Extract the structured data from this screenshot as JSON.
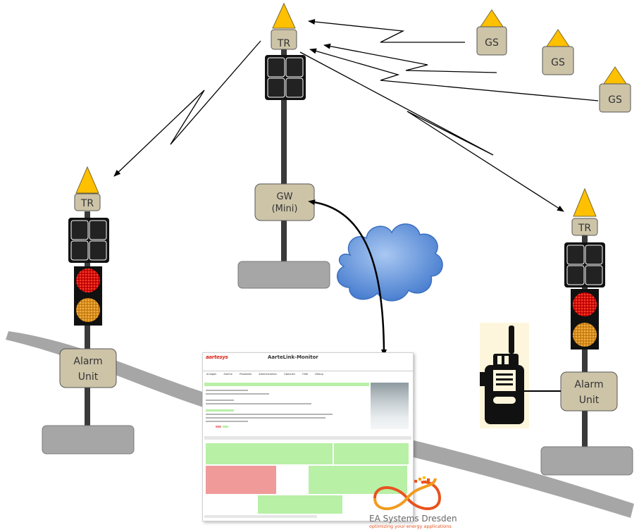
{
  "labels": {
    "tr_top": "TR",
    "tr_left": "TR",
    "tr_right": "TR",
    "gs_1": "GS",
    "gs_2": "GS",
    "gs_3": "GS",
    "gw_line1": "GW",
    "gw_line2": "(Mini)",
    "alarm_left_line1": "Alarm",
    "alarm_left_line2": "Unit",
    "alarm_right_line1": "Alarm",
    "alarm_right_line2": "Unit"
  },
  "screenshot": {
    "logo": "aartesys",
    "title": "AarteLink-Monitor",
    "menu": [
      "Anlagen",
      "Alarme",
      "Protokolle",
      "Administration",
      "Optionen",
      "Hilfe",
      "Debug"
    ]
  },
  "logo_ea": {
    "name": "EA Systems Dresden",
    "tagline": "optimizing your energy applications"
  },
  "colors": {
    "box_fill": "#cdc4a8",
    "triangle": "#ffc000",
    "pole": "#3a3a3a",
    "base": "#a6a6a6",
    "road": "#a6a6a6",
    "cloud": "#5b8fd9",
    "red_light": "#d01010",
    "amber_light": "#e8a020"
  }
}
